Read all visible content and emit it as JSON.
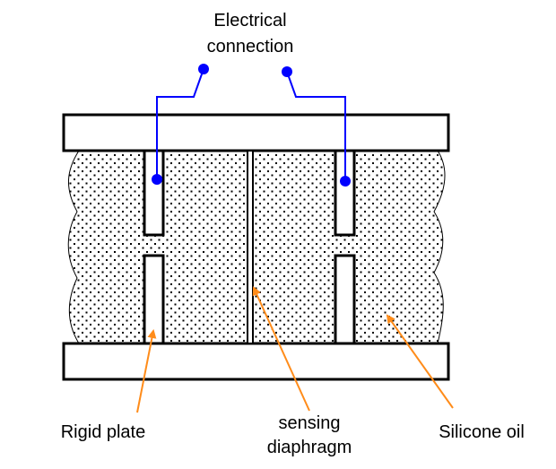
{
  "labels": {
    "electrical_connection_line1": "Electrical",
    "electrical_connection_line2": "connection",
    "rigid_plate": "Rigid plate",
    "sensing_diaphragm_line1": "sensing",
    "sensing_diaphragm_line2": "diaphragm",
    "silicone_oil": "Silicone oil"
  },
  "colors": {
    "outline": "#000000",
    "wire": "#0000ff",
    "arrow": "#ff8c1a",
    "stipple": "#000000",
    "fill": "#ffffff"
  }
}
